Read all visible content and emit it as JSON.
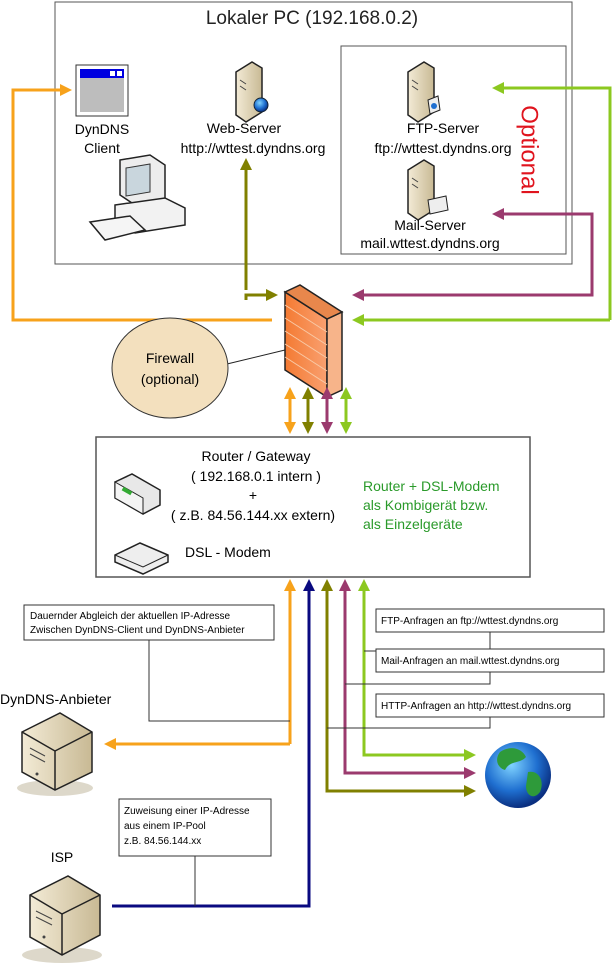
{
  "pc_box": {
    "title": "Lokaler PC (192.168.0.2)"
  },
  "optional_label": "Optional",
  "dyndns_client": {
    "line1": "DynDNS",
    "line2": "Client"
  },
  "web_server": {
    "line1": "Web-Server",
    "line2": "http://wttest.dyndns.org"
  },
  "ftp_server": {
    "line1": "FTP-Server",
    "line2": "ftp://wttest.dyndns.org"
  },
  "mail_server": {
    "line1": "Mail-Server",
    "line2": "mail.wttest.dyndns.org"
  },
  "firewall": {
    "line1": "Firewall",
    "line2": "(optional)"
  },
  "router_box": {
    "line1": "Router / Gateway",
    "line2": "( 192.168.0.1 intern )",
    "line3": "+",
    "line4": "( z.B. 84.56.144.xx extern)",
    "modem": "DSL - Modem",
    "note1": "Router + DSL-Modem",
    "note2": "als Kombigerät bzw.",
    "note3": "als Einzelgeräte"
  },
  "callouts": {
    "sync": {
      "line1": "Dauernder Abgleich der aktuellen IP-Adresse",
      "line2": "Zwischen DynDNS-Client und DynDNS-Anbieter"
    },
    "ftp": "FTP-Anfragen an ftp://wttest.dyndns.org",
    "mail": "Mail-Anfragen an mail.wttest.dyndns.org",
    "http": "HTTP-Anfragen an http://wttest.dyndns.org",
    "ip": {
      "line1": "Zuweisung einer IP-Adresse",
      "line2": "aus einem IP-Pool",
      "line3": "z.B. 84.56.144.xx"
    }
  },
  "dyndns_provider": "DynDNS-Anbieter",
  "isp": "ISP",
  "colors": {
    "orange": "#F7A21B",
    "olive": "#808000",
    "purple": "#9B3A6E",
    "green": "#8CC820",
    "navy": "#0A0A80",
    "optional_red": "#E0141E",
    "note_green": "#2A9A2A",
    "firewall": "#F07A3A",
    "ellipse": "#F3E0BE"
  }
}
